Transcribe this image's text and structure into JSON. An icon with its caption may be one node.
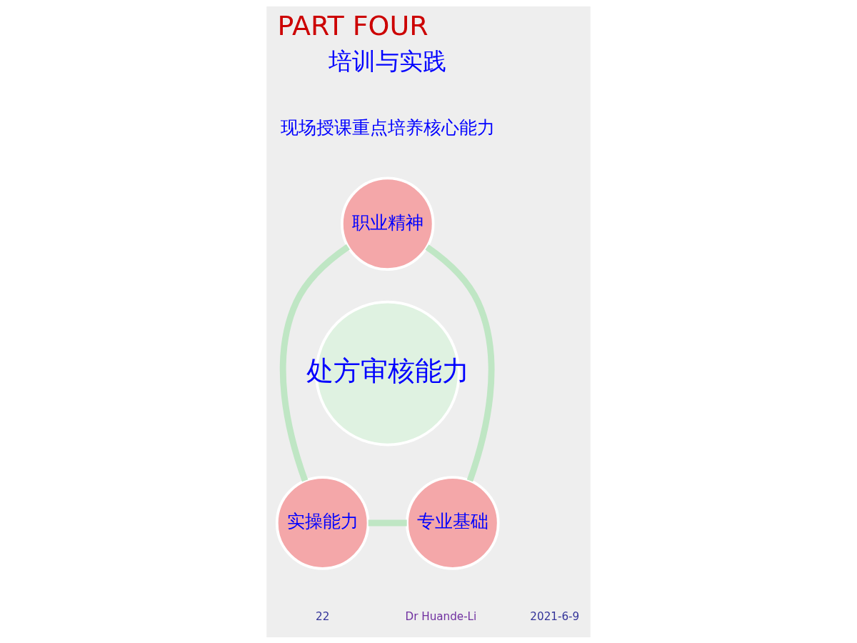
{
  "diagram": {
    "title": "PART FOUR",
    "nodes": [
      {
        "text": [
          "职业精神"
        ]
      },
      {
        "text": [
          "处方审核能力"
        ]
      },
      {
        "text": [
          "专业基础"
        ]
      },
      {
        "text": [
          "实操能力"
        ]
      }
    ],
    "edges": [
      {
        "from": 0,
        "to": 3,
        "arrow": "none"
      },
      {
        "from": 3,
        "to": 2,
        "arrow": "none"
      },
      {
        "from": 2,
        "to": 0,
        "arrow": "none"
      }
    ],
    "labels": [
      "培训与实践",
      "现场授课重点培养核心能力",
      "2021-6-9",
      "Dr Huande-Li",
      "22"
    ]
  }
}
